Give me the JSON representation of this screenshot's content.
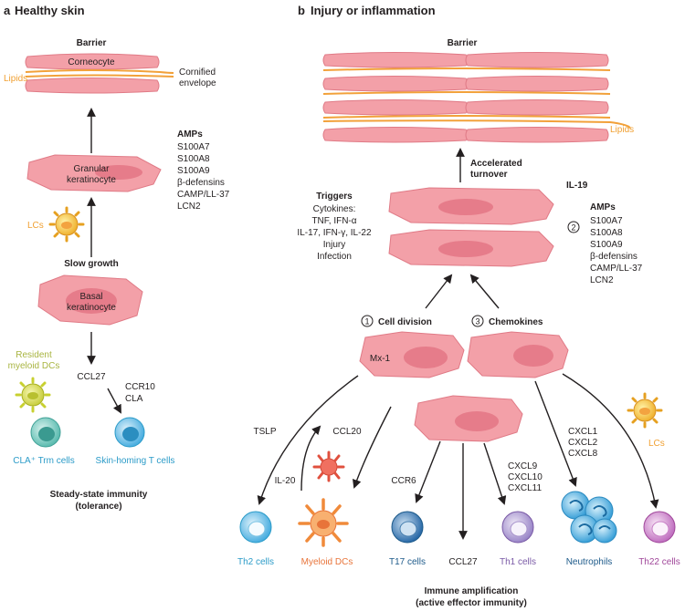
{
  "panel_a": {
    "letter": "a",
    "title": "Healthy skin",
    "barrier": "Barrier",
    "corneocyte": "Corneocyte",
    "lipids": "Lipids",
    "cornified_line1": "Cornified",
    "cornified_line2": "envelope",
    "granular_line1": "Granular",
    "granular_line2": "keratinocyte",
    "amps_title": "AMPs",
    "amps": [
      "S100A7",
      "S100A8",
      "S100A9",
      "β-defensins",
      "CAMP/LL-37",
      "LCN2"
    ],
    "lcs": "LCs",
    "slow_growth": "Slow growth",
    "basal_line1": "Basal",
    "basal_line2": "keratinocyte",
    "resident_line1": "Resident",
    "resident_line2": "myeloid DCs",
    "ccl27": "CCL27",
    "ccr10": "CCR10",
    "cla": "CLA",
    "cla_trm": "CLA⁺ Trm cells",
    "skin_homing": "Skin-homing T cells",
    "steady_line1": "Steady-state immunity",
    "steady_line2": "(tolerance)"
  },
  "panel_b": {
    "letter": "b",
    "title": "Injury or inflammation",
    "barrier": "Barrier",
    "lipids": "Lipids",
    "accel_line1": "Accelerated",
    "accel_line2": "turnover",
    "triggers": "Triggers",
    "trigger_lines": [
      "Cytokines:",
      "TNF, IFN-α",
      "IL-17, IFN-γ, IL-22",
      "Injury",
      "Infection"
    ],
    "il19": "IL-19",
    "num2": "2",
    "amps_title": "AMPs",
    "amps": [
      "S100A7",
      "S100A8",
      "S100A9",
      "β-defensins",
      "CAMP/LL-37",
      "LCN2"
    ],
    "num1": "1",
    "cell_division": "Cell division",
    "num3": "3",
    "chemokines": "Chemokines",
    "mx1": "Mx-1",
    "tslp": "TSLP",
    "ccl20": "CCL20",
    "il20": "IL-20",
    "ccr6": "CCR6",
    "cxcl_th1": [
      "CXCL9",
      "CXCL10",
      "CXCL11"
    ],
    "cxcl_neut": [
      "CXCL1",
      "CXCL2",
      "CXCL8"
    ],
    "lcs": "LCs",
    "th2": "Th2 cells",
    "myeloid": "Myeloid DCs",
    "t17": "T17 cells",
    "ccl27": "CCL27",
    "th1": "Th1 cells",
    "neutrophils": "Neutrophils",
    "th22": "Th22 cells",
    "immune_line1": "Immune amplification",
    "immune_line2": "(active effector immunity)"
  },
  "colors": {
    "cell_fill": "#f3a0a8",
    "lipid": "#f2a13a",
    "lcs_orange": "#f0a032",
    "resident_olive": "#a8b440",
    "t_blue": "#2b9bc8",
    "t17_navy": "#1d5a8a",
    "th1_purple": "#7a5aa6",
    "th22_magenta": "#a0479a",
    "myeloid_orange": "#e8743a"
  }
}
